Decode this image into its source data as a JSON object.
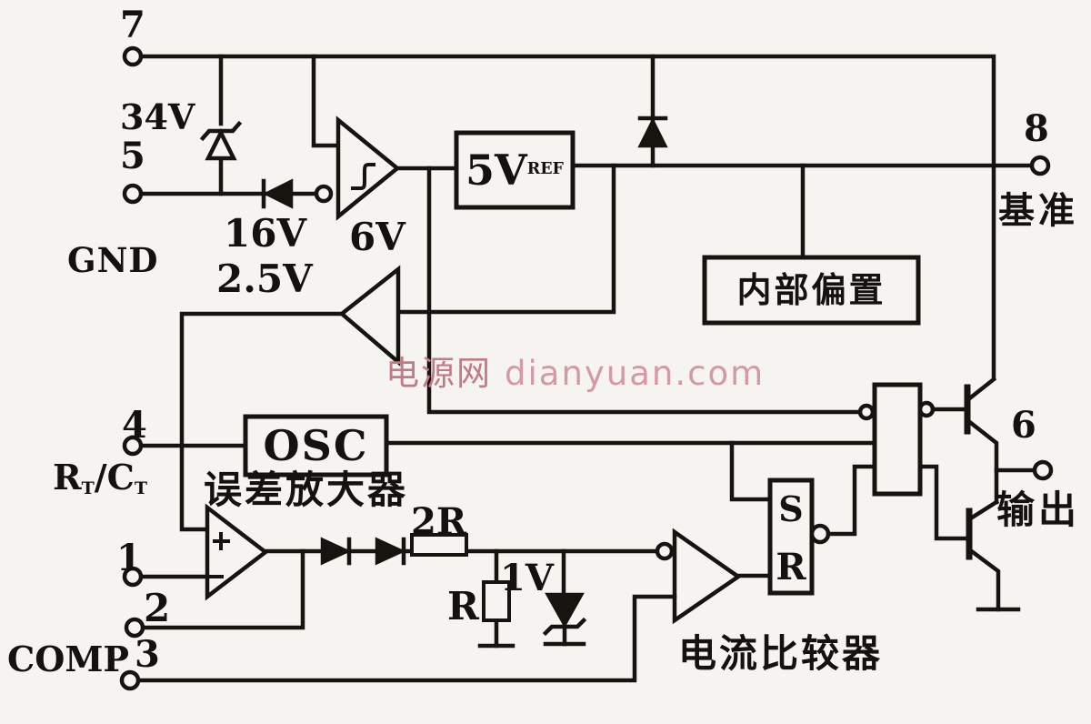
{
  "diagram_title": "PWM controller IC internal block diagram (UC3842-type)",
  "pins": {
    "p7": "7",
    "p5": "5",
    "p4": "4",
    "p1": "1",
    "p2": "2",
    "p3": "3",
    "p8": "8",
    "p6": "6"
  },
  "labels": {
    "gnd": "GND",
    "zener34": "34V",
    "diode16": "16V",
    "uvlo6": "6V",
    "ref25": "2.5V",
    "vref_main": "5V",
    "vref_sub": "REF",
    "bias_box": "内部偏置",
    "ref_cn": "基准",
    "rt": "R",
    "rt_sub": "T",
    "ct": "/C",
    "ct_sub": "T",
    "osc_box": "OSC",
    "error_amp_cn": "误差放大器",
    "comp": "COMP",
    "res_2r": "2R",
    "res_r": "R",
    "zener1v": "1V",
    "latch_s": "S",
    "latch_r": "R",
    "current_comparator_cn": "电流比较器",
    "output_cn": "输出"
  },
  "watermark": {
    "cn": "电源网",
    "en": "dianyuan.com"
  },
  "symbols": [
    "zener-34v",
    "diode-16v",
    "uvlo-schmitt-comparator-6v",
    "vref-5v-block",
    "blocking-diode",
    "internal-bias-block",
    "ref-buffer-2v5",
    "oscillator-block",
    "error-amplifier",
    "series-diodes",
    "resistor-2r",
    "resistor-r",
    "zener-1v",
    "current-comparator",
    "sr-latch",
    "nor-gate",
    "npn-totem-pole-output"
  ],
  "colors": {
    "line": "#17130f",
    "background": "#f5f4f1",
    "watermark_cn": "#c47a84",
    "watermark_en": "#d49aa4"
  }
}
